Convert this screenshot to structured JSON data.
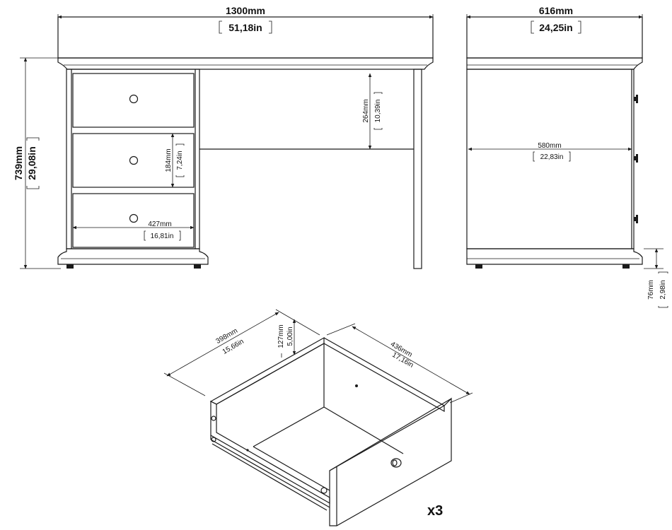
{
  "front_view": {
    "width_mm": "1300mm",
    "width_in": "51,18in",
    "height_mm": "739mm",
    "height_in": "29,08in",
    "knee_height_mm": "264mm",
    "knee_height_in": "10,39in",
    "drawer_front_height_mm": "184mm",
    "drawer_front_height_in": "7,24in",
    "drawer_front_width_mm": "427mm",
    "drawer_front_width_in": "16,81in"
  },
  "side_view": {
    "depth_mm": "616mm",
    "depth_in": "24,25in",
    "inner_depth_mm": "580mm",
    "inner_depth_in": "22,83in",
    "plinth_height_mm": "76mm",
    "plinth_height_in": "2,98in"
  },
  "drawer": {
    "depth_mm": "398mm",
    "depth_in": "15,66in",
    "height_mm": "127mm",
    "height_in": "5,00in",
    "width_mm": "436mm",
    "width_in": "17,16in",
    "quantity": "x3"
  }
}
